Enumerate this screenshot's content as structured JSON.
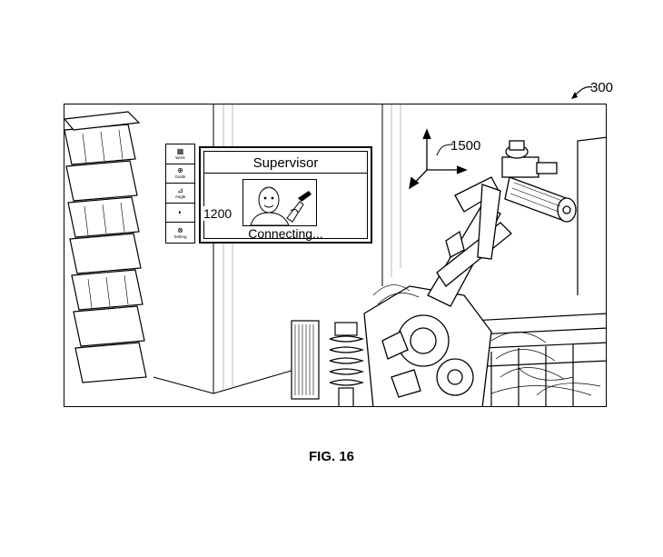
{
  "figure": {
    "ref_main": "300",
    "ref_axes": "1500",
    "ref_panel": "1200",
    "caption": "FIG. 16"
  },
  "menu": {
    "items": [
      {
        "icon": "grid-icon",
        "label": "Work"
      },
      {
        "icon": "circle-plus-icon",
        "label": "Guide"
      },
      {
        "icon": "angle-icon",
        "label": "Angle"
      },
      {
        "icon": "half-circle-icon",
        "label": ""
      },
      {
        "icon": "globe-icon",
        "label": "Setting"
      }
    ]
  },
  "video_panel": {
    "title": "Supervisor",
    "status": "Connecting..."
  }
}
